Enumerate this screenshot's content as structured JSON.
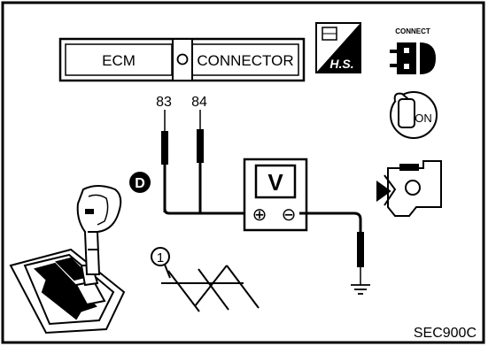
{
  "connector_box": {
    "left_label": "ECM",
    "right_label": "CONNECTOR"
  },
  "pins": [
    "83",
    "84"
  ],
  "meter": {
    "symbol": "V",
    "plus": "⊕",
    "minus": "⊖"
  },
  "icons": {
    "hs_label": "H.S.",
    "connect_label": "CONNECT",
    "key_label": "ON",
    "gear_label": "D"
  },
  "callout_number": "1",
  "figure_code": "SEC900C"
}
